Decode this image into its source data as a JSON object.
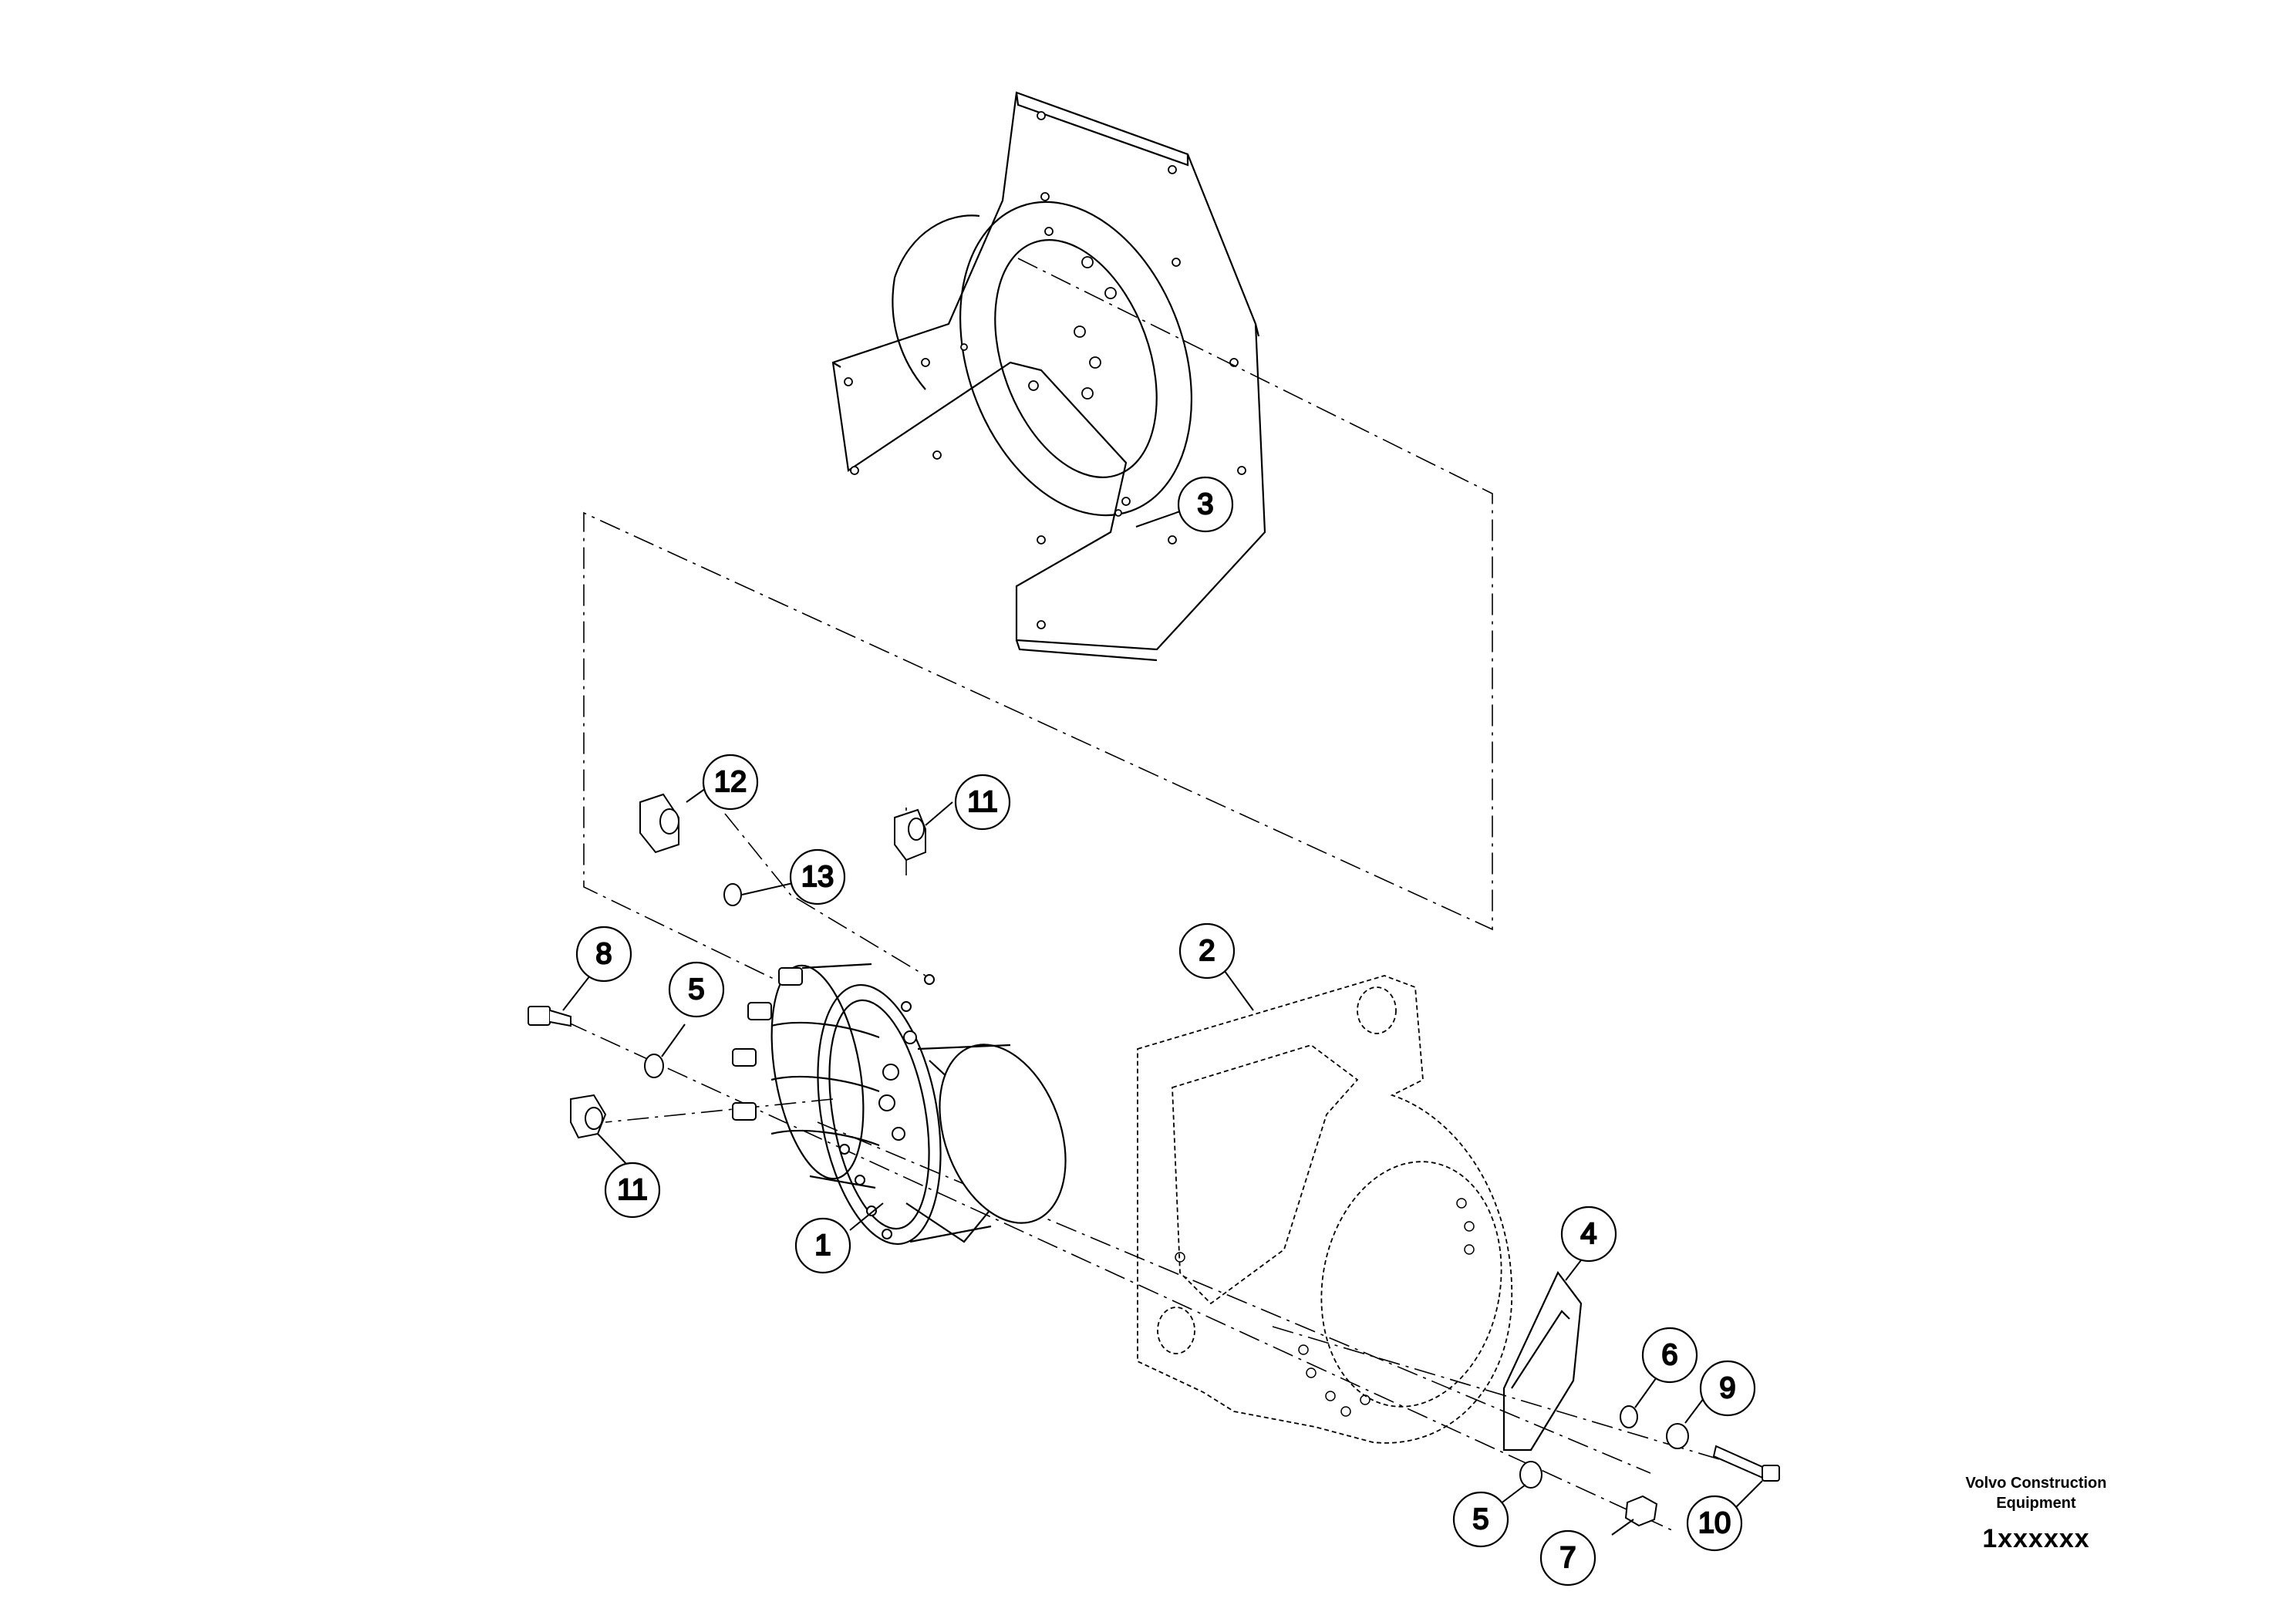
{
  "callouts": [
    {
      "id": "c3",
      "label": "3"
    },
    {
      "id": "c12",
      "label": "12"
    },
    {
      "id": "c11a",
      "label": "11"
    },
    {
      "id": "c13",
      "label": "13"
    },
    {
      "id": "c8",
      "label": "8"
    },
    {
      "id": "c5a",
      "label": "5"
    },
    {
      "id": "c2",
      "label": "2"
    },
    {
      "id": "c11b",
      "label": "11"
    },
    {
      "id": "c1",
      "label": "1"
    },
    {
      "id": "c4",
      "label": "4"
    },
    {
      "id": "c6",
      "label": "6"
    },
    {
      "id": "c9",
      "label": "9"
    },
    {
      "id": "c5b",
      "label": "5"
    },
    {
      "id": "c10",
      "label": "10"
    },
    {
      "id": "c7",
      "label": "7"
    }
  ],
  "brand": {
    "line1": "Volvo Construction",
    "line2": "Equipment",
    "code": "1xxxxxx"
  }
}
